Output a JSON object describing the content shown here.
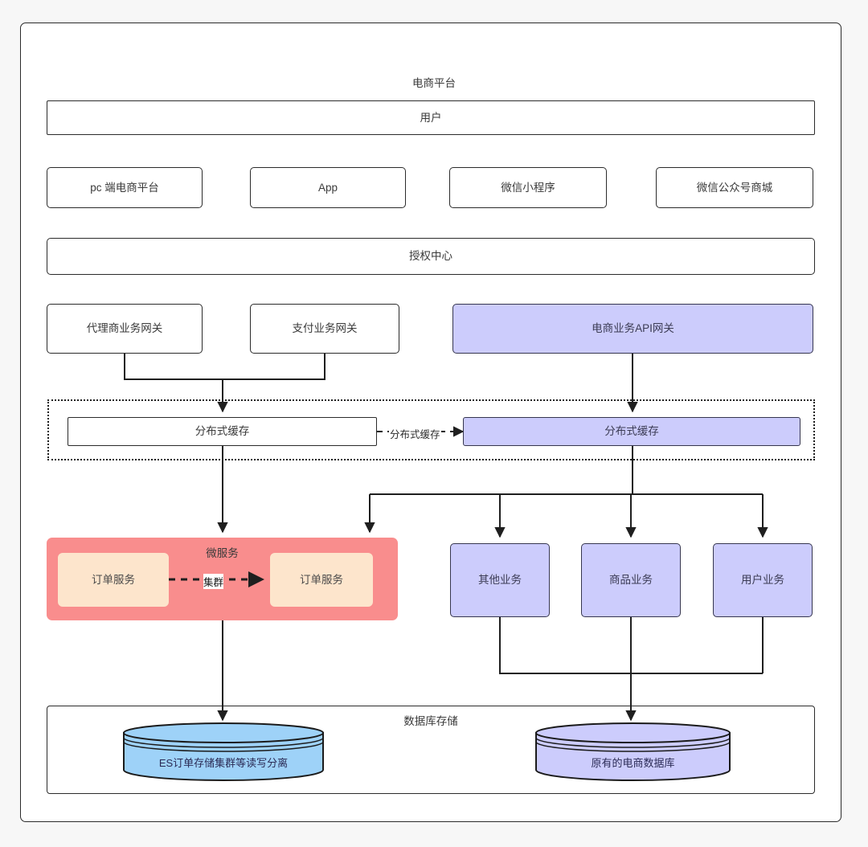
{
  "diagram": {
    "title": "电商平台",
    "layers": {
      "user_bar": {
        "label": "用户"
      },
      "auth_center": {
        "label": "授权中心"
      },
      "cache_group_label": "分布式缓存",
      "microservice_group_label": "微服务",
      "database_group_label": "数据库存储"
    },
    "clients": [
      {
        "label": "pc 端电商平台"
      },
      {
        "label": "App"
      },
      {
        "label": "微信小程序"
      },
      {
        "label": "微信公众号商城"
      }
    ],
    "gateways": [
      {
        "label": "代理商业务网关",
        "style": "white"
      },
      {
        "label": "支付业务网关",
        "style": "white"
      },
      {
        "label": "电商业务API网关",
        "style": "purple"
      }
    ],
    "caches": [
      {
        "label": "分布式缓存",
        "style": "white"
      },
      {
        "label": "分布式缓存",
        "style": "purple"
      }
    ],
    "cache_link_label": "分布式缓存",
    "order_services": [
      {
        "label": "订单服务"
      },
      {
        "label": "订单服务"
      }
    ],
    "cluster_link_label": "集群",
    "business_services": [
      {
        "label": "其他业务"
      },
      {
        "label": "商品业务"
      },
      {
        "label": "用户业务"
      }
    ],
    "databases": [
      {
        "label": "ES订单存储集群等读写分离",
        "style": "blue"
      },
      {
        "label": "原有的电商数据库",
        "style": "purple"
      }
    ],
    "colors": {
      "page_background": "#f7f7f7",
      "frame_stroke": "#2b2b2b",
      "purple_fill": "#ccccfc",
      "purple_stroke": "#36364f",
      "salmon_fill": "#f98d8d",
      "cream_fill": "#fde5cc",
      "db_blue_fill": "#9ed2f8",
      "db_purple_fill": "#ccccfc",
      "text": "#3a3a3a"
    }
  }
}
